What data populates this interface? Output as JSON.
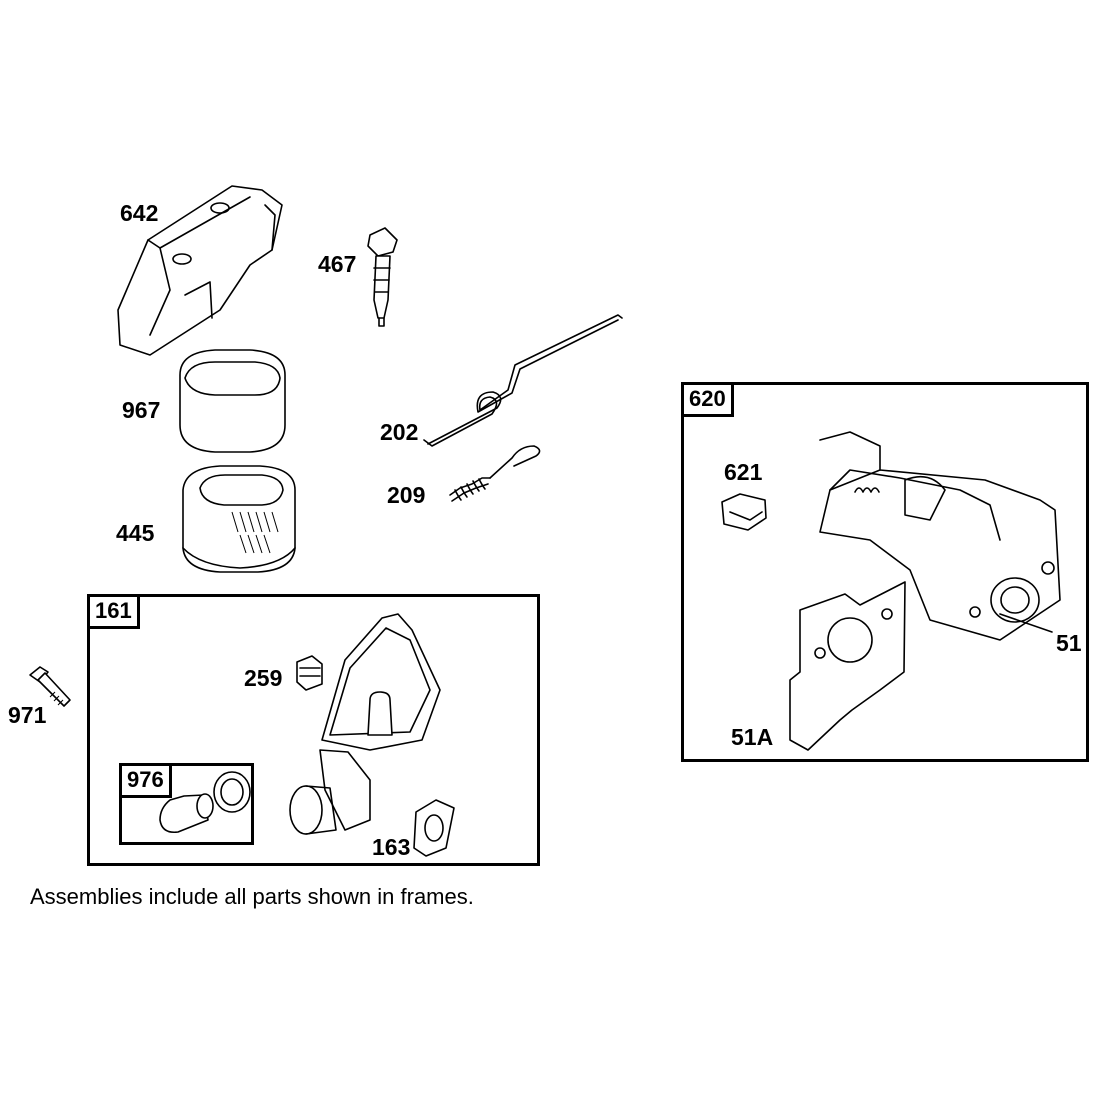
{
  "callouts": {
    "p642": "642",
    "p467": "467",
    "p967": "967",
    "p202": "202",
    "p209": "209",
    "p445": "445",
    "p971": "971",
    "p259": "259",
    "p163": "163",
    "p621": "621",
    "p51": "51",
    "p51a": "51A"
  },
  "frames": {
    "f161": "161",
    "f976": "976",
    "f620": "620"
  },
  "footnote": "Assemblies include all parts shown in frames."
}
